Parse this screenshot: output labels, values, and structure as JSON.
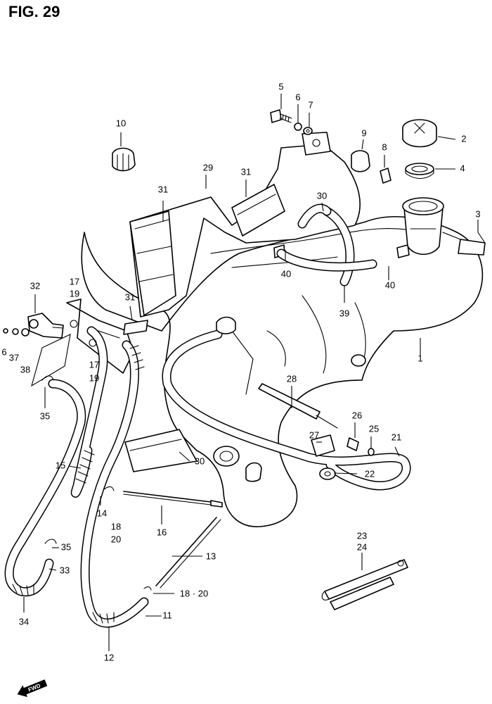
{
  "figure": {
    "title": "FIG. 29"
  },
  "callouts": [
    {
      "id": "c1",
      "text": "1"
    },
    {
      "id": "c2",
      "text": "2"
    },
    {
      "id": "c3",
      "text": "3"
    },
    {
      "id": "c4",
      "text": "4"
    },
    {
      "id": "c5",
      "text": "5"
    },
    {
      "id": "c6",
      "text": "6"
    },
    {
      "id": "c7",
      "text": "7"
    },
    {
      "id": "c8",
      "text": "8"
    },
    {
      "id": "c9",
      "text": "9"
    },
    {
      "id": "c10",
      "text": "10"
    },
    {
      "id": "c11",
      "text": "11"
    },
    {
      "id": "c12",
      "text": "12"
    },
    {
      "id": "c13",
      "text": "13"
    },
    {
      "id": "c14",
      "text": "14"
    },
    {
      "id": "c15",
      "text": "15"
    },
    {
      "id": "c16",
      "text": "16"
    },
    {
      "id": "c17a",
      "text": "17"
    },
    {
      "id": "c19a",
      "text": "19"
    },
    {
      "id": "c17b",
      "text": "17"
    },
    {
      "id": "c19b",
      "text": "19"
    },
    {
      "id": "c18a",
      "text": "18"
    },
    {
      "id": "c20a",
      "text": "20"
    },
    {
      "id": "c18b",
      "text": "18 · 20"
    },
    {
      "id": "c21",
      "text": "21"
    },
    {
      "id": "c22",
      "text": "22"
    },
    {
      "id": "c23",
      "text": "23"
    },
    {
      "id": "c24",
      "text": "24"
    },
    {
      "id": "c25",
      "text": "25"
    },
    {
      "id": "c26",
      "text": "26"
    },
    {
      "id": "c27",
      "text": "27"
    },
    {
      "id": "c28",
      "text": "28"
    },
    {
      "id": "c29",
      "text": "29"
    },
    {
      "id": "c30a",
      "text": "30"
    },
    {
      "id": "c30b",
      "text": "30"
    },
    {
      "id": "c31a",
      "text": "31"
    },
    {
      "id": "c31b",
      "text": "31"
    },
    {
      "id": "c31c",
      "text": "31"
    },
    {
      "id": "c32",
      "text": "32"
    },
    {
      "id": "c33",
      "text": "33"
    },
    {
      "id": "c34",
      "text": "34"
    },
    {
      "id": "c35a",
      "text": "35"
    },
    {
      "id": "c35b",
      "text": "35"
    },
    {
      "id": "c36",
      "text": "6"
    },
    {
      "id": "c37",
      "text": "37"
    },
    {
      "id": "c38",
      "text": "38"
    },
    {
      "id": "c39",
      "text": "39"
    },
    {
      "id": "c40a",
      "text": "40"
    },
    {
      "id": "c40b",
      "text": "40"
    }
  ],
  "badge": {
    "text": "FWD"
  }
}
